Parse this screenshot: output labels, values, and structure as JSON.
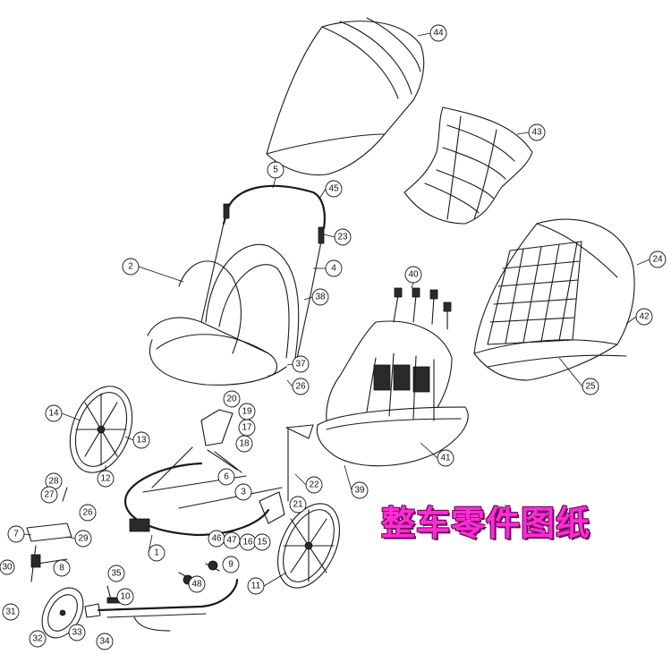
{
  "caption": "整车零件图纸",
  "accent_color": "#ff2bd6",
  "callouts": [
    "44",
    "43",
    "5",
    "45",
    "23",
    "24",
    "2",
    "4",
    "42",
    "40",
    "38",
    "37",
    "26",
    "25",
    "20",
    "19",
    "14",
    "13",
    "17",
    "18",
    "41",
    "6",
    "3",
    "12",
    "28",
    "27",
    "22",
    "39",
    "29",
    "7",
    "21",
    "46",
    "47",
    "16",
    "15",
    "30",
    "8",
    "9",
    "1",
    "35",
    "10",
    "11",
    "48",
    "31",
    "32",
    "33",
    "34"
  ]
}
